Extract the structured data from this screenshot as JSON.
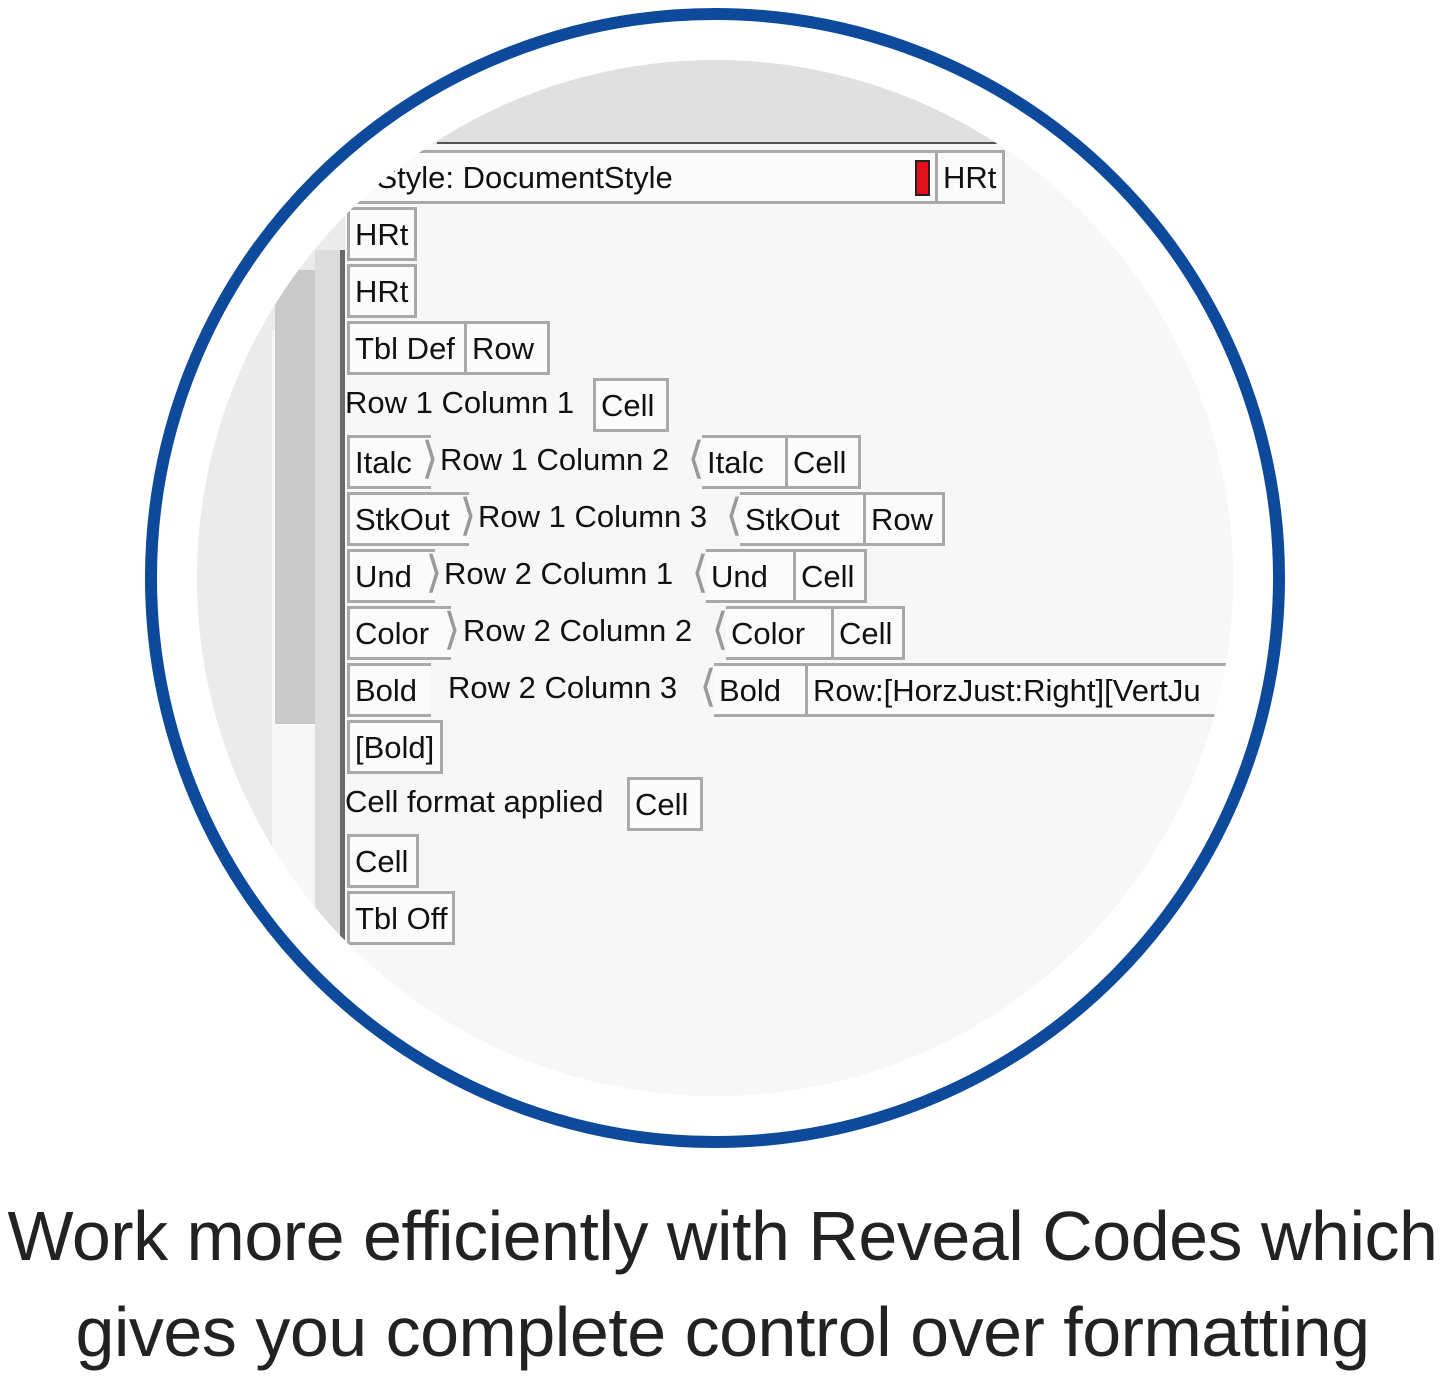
{
  "reveal_codes": {
    "colors": {
      "frame_ring": "#0d4a9c",
      "code_border": "#a9a9a9",
      "style_marker": "#e3101c"
    },
    "line1": {
      "open_style": "Open Style: DocumentStyle",
      "hrt": "HRt"
    },
    "line2": {
      "hrt": "HRt"
    },
    "line3": {
      "hrt": "HRt"
    },
    "line4": {
      "tbl_def": "Tbl Def",
      "row": "Row"
    },
    "line5": {
      "text": "Row 1 Column 1",
      "cell": "Cell"
    },
    "line6": {
      "italc_on": "Italc",
      "text": "Row 1 Column 2",
      "italc_off": "Italc",
      "cell": "Cell"
    },
    "line7": {
      "stkout_on": "StkOut",
      "text": "Row 1 Column 3",
      "stkout_off": "StkOut",
      "row": "Row"
    },
    "line8": {
      "und_on": "Und",
      "text": "Row 2 Column 1",
      "und_off": "Und",
      "cell": "Cell"
    },
    "line9": {
      "color_on": "Color",
      "text": "Row 2 Column 2",
      "color_off": "Color",
      "cell": "Cell"
    },
    "line10": {
      "bold_on": "Bold",
      "text": "Row 2 Column 3",
      "bold_off": "Bold",
      "row_detail": "Row:[HorzJust:Right][VertJu"
    },
    "line11": {
      "bold_bracket": "[Bold]"
    },
    "line12": {
      "text": "Cell format applied",
      "cell": "Cell"
    },
    "line13": {
      "cell": "Cell"
    },
    "line14": {
      "tbl_off": "Tbl Off"
    }
  },
  "caption": {
    "line1": "Work more efficiently with Reveal Codes which",
    "line2": "gives you complete control over formatting"
  }
}
